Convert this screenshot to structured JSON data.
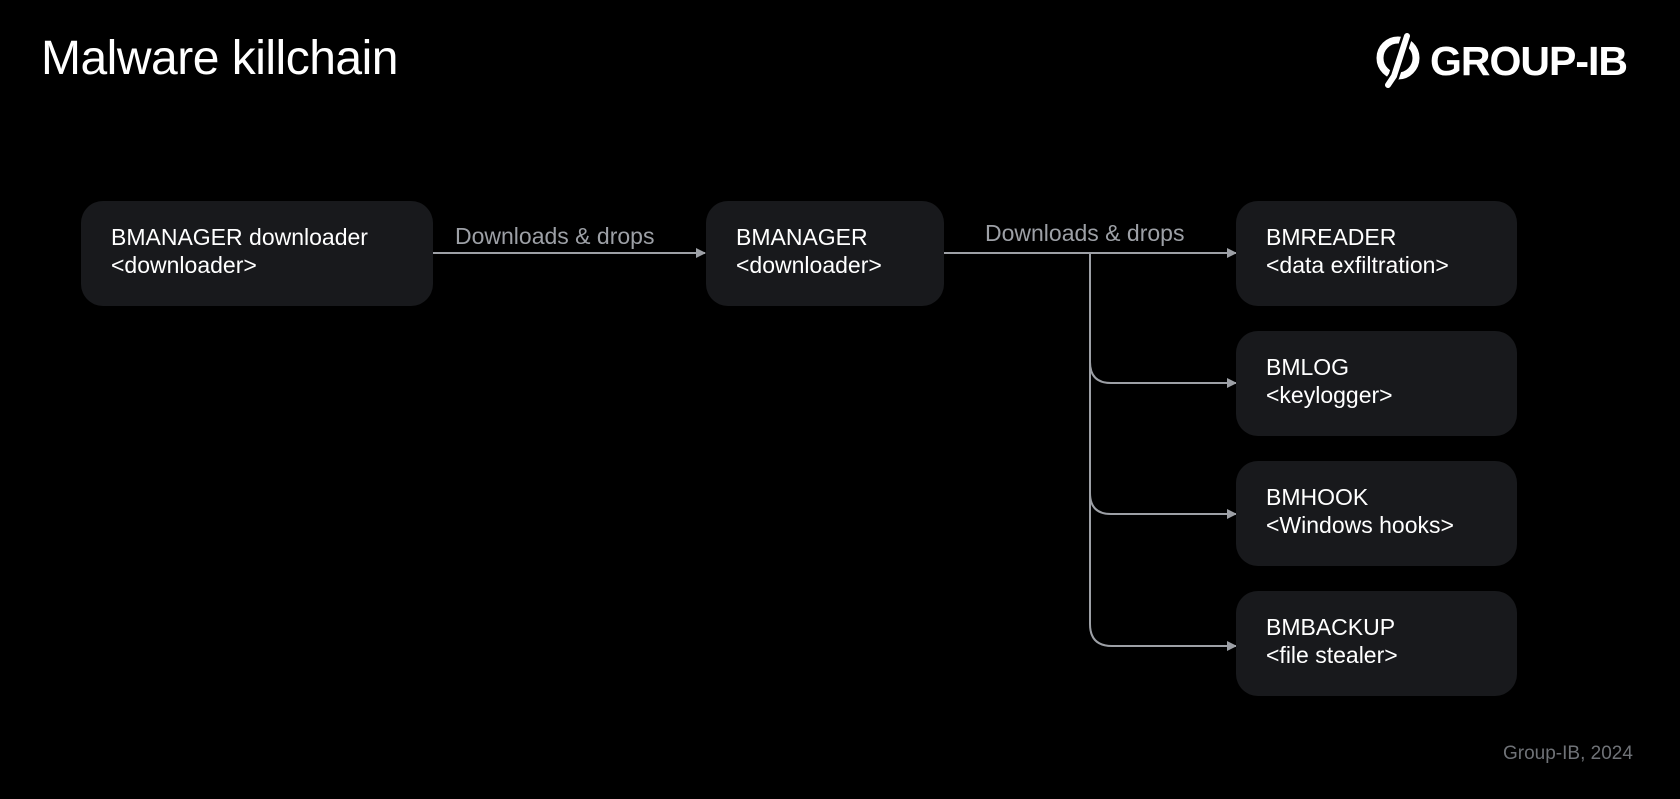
{
  "title": "Malware killchain",
  "logo": {
    "text": "GROUP-IB",
    "icon": "group-ib-logo-icon"
  },
  "footer": "Group-IB, 2024",
  "colors": {
    "background": "#000000",
    "node": "#18191c",
    "edge": "#9da0a6",
    "edge_label": "#9da0a6"
  },
  "nodes": [
    {
      "id": "bmanager-downloader",
      "name": "BMANAGER downloader",
      "role": "<downloader>"
    },
    {
      "id": "bmanager",
      "name": "BMANAGER",
      "role": "<downloader>"
    },
    {
      "id": "bmreader",
      "name": "BMREADER",
      "role": "<data exfiltration>"
    },
    {
      "id": "bmlog",
      "name": "BMLOG",
      "role": "<keylogger>"
    },
    {
      "id": "bmhook",
      "name": "BMHOOK",
      "role": "<Windows hooks>"
    },
    {
      "id": "bmbackup",
      "name": "BMBACKUP",
      "role": "<file stealer>"
    }
  ],
  "edges": [
    {
      "from": "bmanager-downloader",
      "to": "bmanager",
      "label": "Downloads & drops"
    },
    {
      "from": "bmanager",
      "to": "bmreader",
      "label": "Downloads & drops"
    },
    {
      "from": "bmanager",
      "to": "bmlog",
      "label": ""
    },
    {
      "from": "bmanager",
      "to": "bmhook",
      "label": ""
    },
    {
      "from": "bmanager",
      "to": "bmbackup",
      "label": ""
    }
  ]
}
